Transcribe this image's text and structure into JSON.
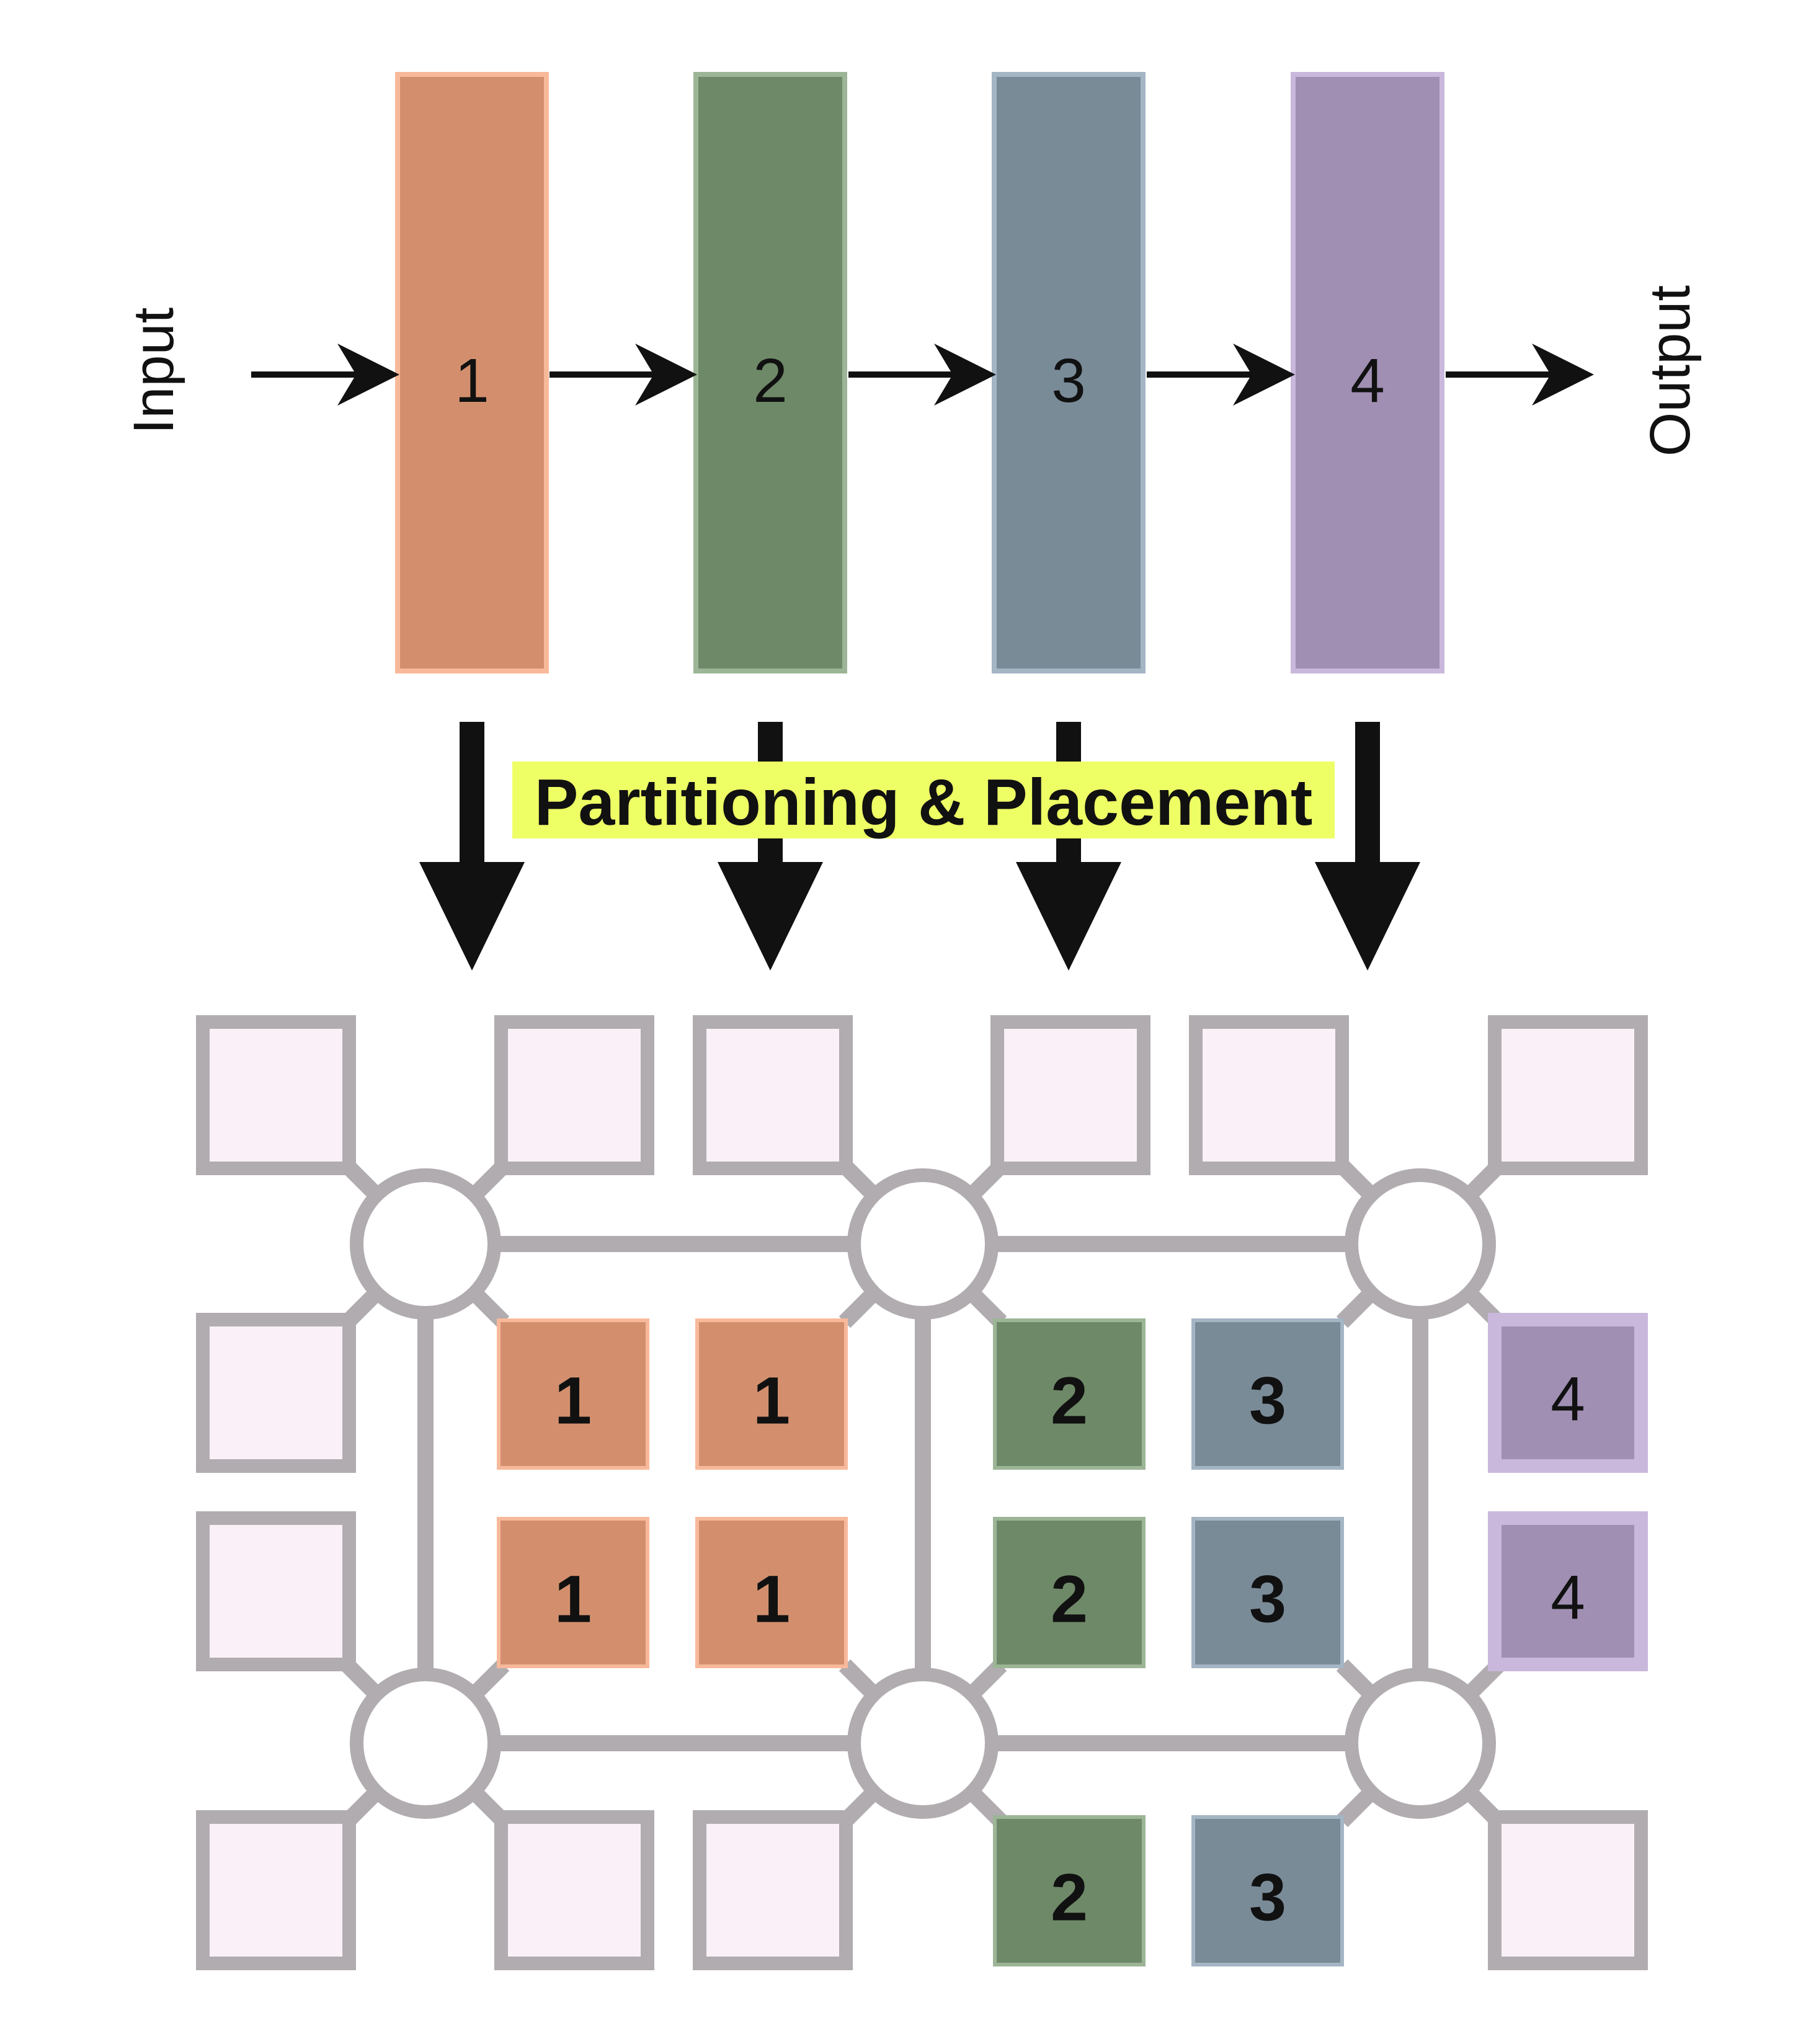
{
  "pipeline": {
    "input_label": "Input",
    "output_label": "Output",
    "stages": [
      {
        "label": "1",
        "fill": "#D38F6D",
        "stroke": "#F8B99B"
      },
      {
        "label": "2",
        "fill": "#6E8968",
        "stroke": "#9CB596"
      },
      {
        "label": "3",
        "fill": "#7A8B98",
        "stroke": "#A4B5C4"
      },
      {
        "label": "4",
        "fill": "#A08FB3",
        "stroke": "#C9B8DB"
      }
    ]
  },
  "banner": {
    "label": "Partitioning & Placement",
    "highlight": "#EEFF66"
  },
  "mesh": {
    "empty_tile_fill": "#FAF0F8",
    "tile_border": "#B0ACB0",
    "wire_color": "#B0ACB0",
    "router_fill": "#FFFFFF",
    "assigned_tiles": [
      {
        "label": "1",
        "stage": 1
      },
      {
        "label": "1",
        "stage": 1
      },
      {
        "label": "2",
        "stage": 2
      },
      {
        "label": "3",
        "stage": 3
      },
      {
        "label": "4",
        "stage": 4
      },
      {
        "label": "1",
        "stage": 1
      },
      {
        "label": "1",
        "stage": 1
      },
      {
        "label": "2",
        "stage": 2
      },
      {
        "label": "3",
        "stage": 3
      },
      {
        "label": "4",
        "stage": 4
      },
      {
        "label": "2",
        "stage": 2
      },
      {
        "label": "3",
        "stage": 3
      }
    ]
  }
}
